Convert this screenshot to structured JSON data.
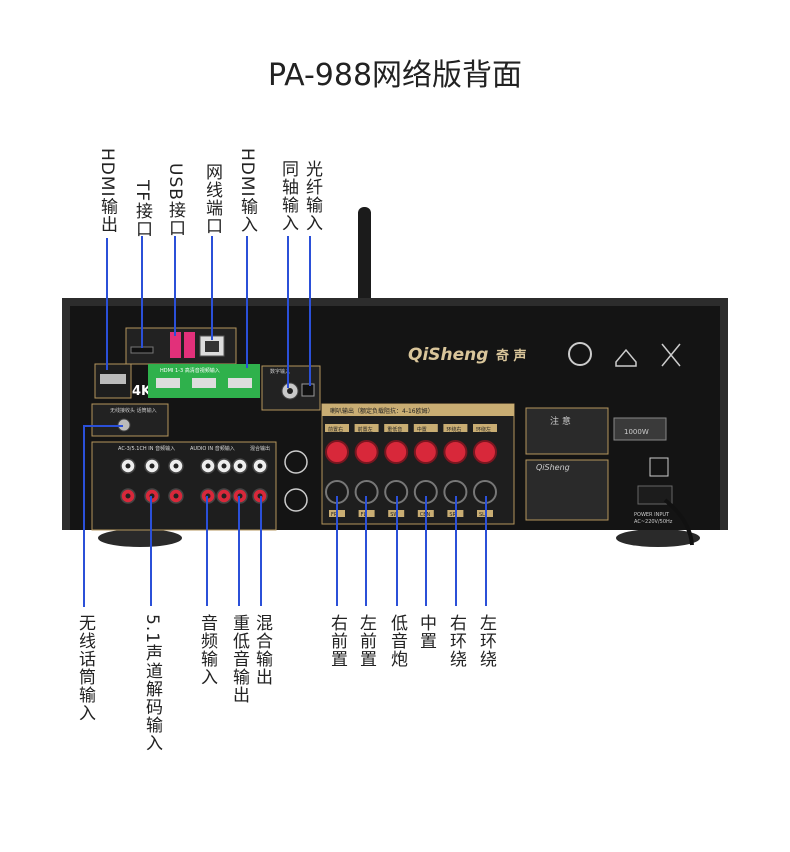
{
  "title": "PA-988网络版背面",
  "top_labels": [
    {
      "id": "hdmi-out",
      "text": "HDMI输出"
    },
    {
      "id": "tf",
      "text": "TF接口"
    },
    {
      "id": "usb",
      "text": "USB接口"
    },
    {
      "id": "lan",
      "text": "网线端口"
    },
    {
      "id": "hdmi-in",
      "text": "HDMI输入"
    },
    {
      "id": "coax",
      "text": "同轴输入"
    },
    {
      "id": "optical",
      "text": "光纤输入"
    }
  ],
  "bottom_labels": [
    {
      "id": "mic",
      "text": "无线话筒输入"
    },
    {
      "id": "decode51",
      "text": "5.1声道解码输入"
    },
    {
      "id": "audio-in",
      "text": "音频输入"
    },
    {
      "id": "sub-out",
      "text": "重低音输出"
    },
    {
      "id": "mix-out",
      "text": "混合输出"
    },
    {
      "id": "fr",
      "text": "右前置"
    },
    {
      "id": "fl",
      "text": "左前置"
    },
    {
      "id": "sw",
      "text": "低音炮"
    },
    {
      "id": "center",
      "text": "中置"
    },
    {
      "id": "sr",
      "text": "右环绕"
    },
    {
      "id": "sl",
      "text": "左环绕"
    }
  ],
  "panel": {
    "brand": "QiSheng",
    "brand_cn": "奇 声",
    "badge_4k": "4K",
    "speaker_header": "喇叭输出（额定负载阻抗：4-16欧姆）",
    "speaker_channels": [
      "前置右",
      "前置左",
      "重低音",
      "中置",
      "环绕右",
      "环绕左"
    ],
    "speaker_bottom": [
      "FR",
      "FL",
      "SW",
      "CEN",
      "SR",
      "SL"
    ],
    "caution": "注 意",
    "power_rating": "1000W",
    "ac_header": "AC-3/5.1CH IN 音频输入",
    "audio_in_header": "AUDIO IN 音频输入",
    "mix_header": "混合输出",
    "mic_header": "无线接收头 话筒输入",
    "hdmi_bar": "HDMI 1-3 高清音视频输入",
    "coax_header": "数字输入",
    "power_label": "POWER INPUT",
    "power_ac": "AC~220V/50Hz"
  },
  "colors": {
    "leader": "#2b50d8",
    "panel": "#141414",
    "gold": "#b4955c",
    "red": "#d8283a",
    "green": "#2fb14c",
    "pink": "#e2307a"
  }
}
